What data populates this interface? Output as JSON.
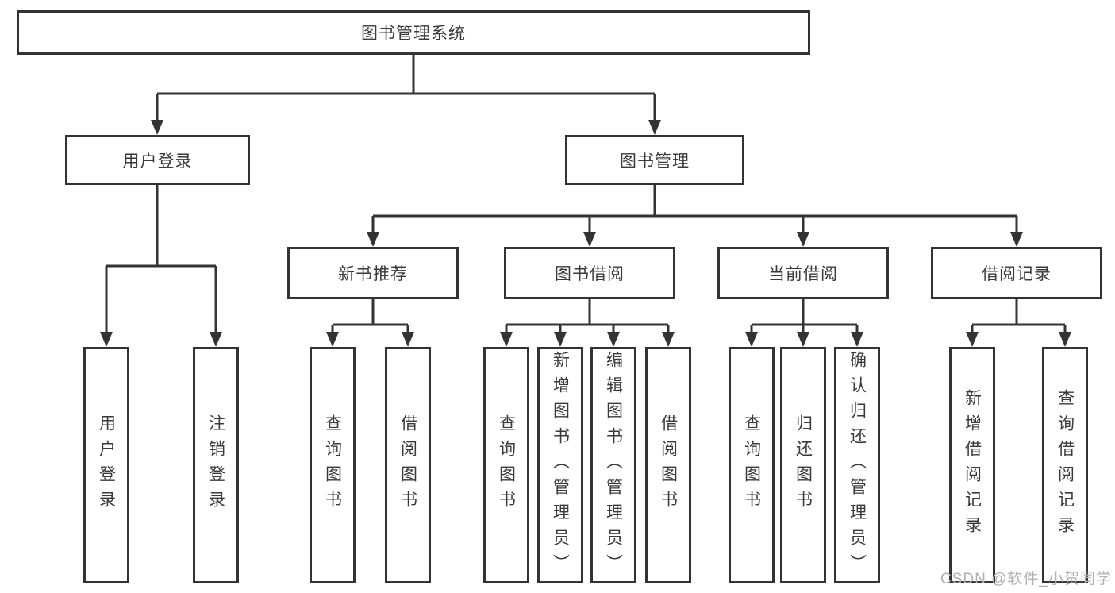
{
  "tree": {
    "label": "图书管理系统",
    "children": [
      {
        "label": "用户登录",
        "children": [
          {
            "label": "用户登录"
          },
          {
            "label": "注销登录"
          }
        ]
      },
      {
        "label": "图书管理",
        "children": [
          {
            "label": "新书推荐",
            "children": [
              {
                "label": "查询图书"
              },
              {
                "label": "借阅图书"
              }
            ]
          },
          {
            "label": "图书借阅",
            "children": [
              {
                "label": "查询图书"
              },
              {
                "label": "新增图书（管理员）"
              },
              {
                "label": "编辑图书（管理员）"
              },
              {
                "label": "借阅图书"
              }
            ]
          },
          {
            "label": "当前借阅",
            "children": [
              {
                "label": "查询图书"
              },
              {
                "label": "归还图书"
              },
              {
                "label": "确认归还（管理员）"
              }
            ]
          },
          {
            "label": "借阅记录",
            "children": [
              {
                "label": "新增借阅记录"
              },
              {
                "label": "查询借阅记录"
              }
            ]
          }
        ]
      }
    ]
  },
  "watermark": {
    "text": "CSDN @软件_小贺同学"
  },
  "colors": {
    "line": "#333333",
    "box_border": "#333333",
    "text": "#3a3a3e",
    "background": "#ffffff",
    "watermark": "#b0b0b0"
  }
}
